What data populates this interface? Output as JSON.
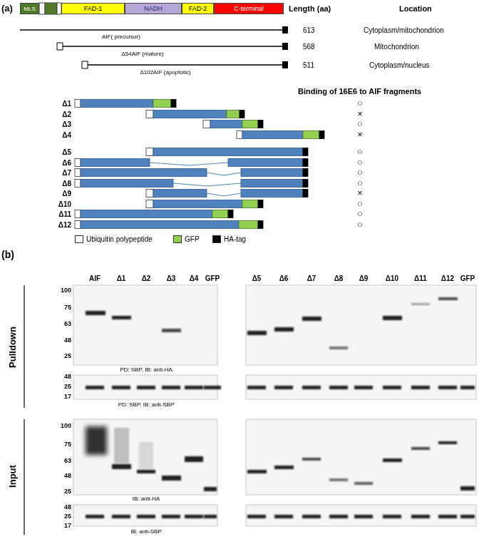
{
  "diagram": {
    "nodes": [
      {
        "text": [
          "MLS"
        ]
      },
      {
        "text": [
          "FAD-1"
        ]
      },
      {
        "text": [
          "NADH"
        ]
      },
      {
        "text": [
          "FAD-2"
        ]
      },
      {
        "text": [
          "C-terminal"
        ]
      }
    ],
    "labels": [
      "(a)",
      "Length (aa)",
      "Location",
      "613",
      "Cytoplasm/mitochondrion",
      "AIF( precursor)",
      "568",
      "Mitochondrion",
      "Δ54AIF (mature)",
      "511",
      "Cytoplasm/nucleus",
      "Δ102AIF (apoptotic)",
      "Binding of 16E6 to AIF fragments",
      "Δ1",
      "Δ2",
      "Δ3",
      "Δ4",
      "Δ5",
      "Δ6",
      "Δ7",
      "Δ8",
      "Δ9",
      "Δ10",
      "Δ11",
      "Δ12",
      "○",
      "×",
      "○",
      "×",
      "○",
      "○",
      "○",
      "○",
      "×",
      "○",
      "○",
      "○",
      "(b)",
      "AIF",
      "Δ1",
      "Δ2",
      "Δ3",
      "Δ4",
      "GFP",
      "Δ5",
      "Δ6",
      "Δ7",
      "Δ8",
      "Δ9",
      "Δ10",
      "Δ11",
      "Δ12",
      "GFP",
      "Pulldown",
      "100",
      "75",
      "63",
      "48",
      "25",
      "48",
      "25",
      "17",
      "PD: SBP, IB: anti-HA",
      "PD: SBP, IB: anti-SBP",
      "Input",
      "100",
      "75",
      "63",
      "48",
      "25",
      "48",
      "25",
      "17",
      "IB: anti-HA",
      "IB: anti-SBP"
    ],
    "legend": [
      {
        "text": "Ubiquitin polypeptide",
        "color": "#ffffff"
      },
      {
        "text": "GFP",
        "color": "#92d050"
      },
      {
        "text": "HA-tag",
        "color": "#000000"
      }
    ]
  }
}
